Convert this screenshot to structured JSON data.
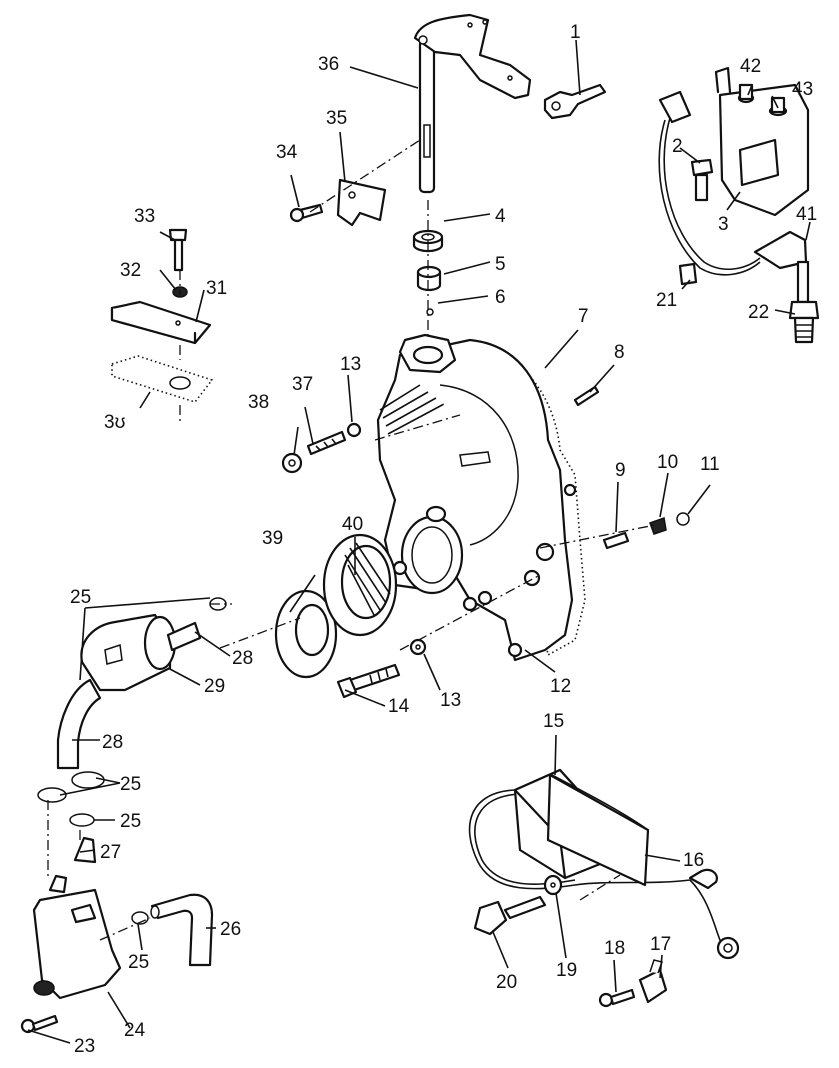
{
  "figure": {
    "callouts": [
      {
        "id": "c1",
        "text": "1"
      },
      {
        "id": "c2",
        "text": "2"
      },
      {
        "id": "c3",
        "text": "3"
      },
      {
        "id": "c4",
        "text": "4"
      },
      {
        "id": "c5",
        "text": "5"
      },
      {
        "id": "c6",
        "text": "6"
      },
      {
        "id": "c7",
        "text": "7"
      },
      {
        "id": "c8",
        "text": "8"
      },
      {
        "id": "c9",
        "text": "9"
      },
      {
        "id": "c10",
        "text": "10"
      },
      {
        "id": "c11",
        "text": "11"
      },
      {
        "id": "c12",
        "text": "12"
      },
      {
        "id": "c13a",
        "text": "13"
      },
      {
        "id": "c13b",
        "text": "13"
      },
      {
        "id": "c14",
        "text": "14"
      },
      {
        "id": "c15",
        "text": "15"
      },
      {
        "id": "c16",
        "text": "16"
      },
      {
        "id": "c17",
        "text": "17"
      },
      {
        "id": "c18",
        "text": "18"
      },
      {
        "id": "c19",
        "text": "19"
      },
      {
        "id": "c20",
        "text": "20"
      },
      {
        "id": "c21",
        "text": "21"
      },
      {
        "id": "c22",
        "text": "22"
      },
      {
        "id": "c23",
        "text": "23"
      },
      {
        "id": "c24",
        "text": "24"
      },
      {
        "id": "c25a",
        "text": "25"
      },
      {
        "id": "c25b",
        "text": "25"
      },
      {
        "id": "c25c",
        "text": "25"
      },
      {
        "id": "c25d",
        "text": "25"
      },
      {
        "id": "c26",
        "text": "26"
      },
      {
        "id": "c27",
        "text": "27"
      },
      {
        "id": "c28a",
        "text": "28"
      },
      {
        "id": "c28b",
        "text": "28"
      },
      {
        "id": "c29",
        "text": "29"
      },
      {
        "id": "c30",
        "text": "3ʊ"
      },
      {
        "id": "c31",
        "text": "31"
      },
      {
        "id": "c32",
        "text": "32"
      },
      {
        "id": "c33",
        "text": "33"
      },
      {
        "id": "c34",
        "text": "34"
      },
      {
        "id": "c35",
        "text": "35"
      },
      {
        "id": "c36",
        "text": "36"
      },
      {
        "id": "c37",
        "text": "37"
      },
      {
        "id": "c38",
        "text": "38"
      },
      {
        "id": "c39",
        "text": "39"
      },
      {
        "id": "c40",
        "text": "40"
      },
      {
        "id": "c41",
        "text": "41"
      },
      {
        "id": "c42",
        "text": "42"
      },
      {
        "id": "c43",
        "text": "43"
      }
    ]
  }
}
